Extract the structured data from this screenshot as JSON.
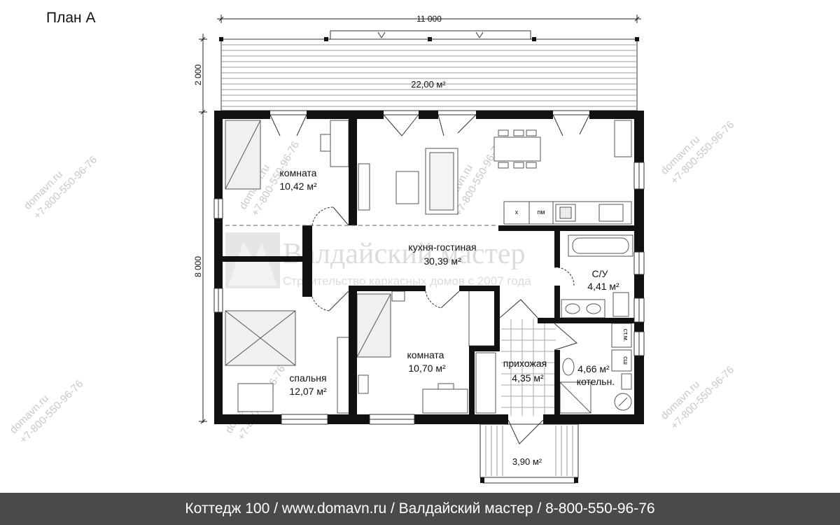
{
  "plan_title": "План А",
  "dimensions": {
    "total_width": "11 000",
    "terrace_depth": "2 000",
    "house_depth": "8 000"
  },
  "rooms": {
    "terrace": {
      "area": "22,00 м²"
    },
    "room_top": {
      "name": "комната",
      "area": "10,42 м²"
    },
    "kitchen_living": {
      "name": "кухня-гостиная",
      "area": "30,39 м²"
    },
    "bathroom": {
      "name": "С/У",
      "area": "4,41 м²"
    },
    "bedroom": {
      "name": "спальня",
      "area": "12,07 м²"
    },
    "room_bottom": {
      "name": "комната",
      "area": "10,70 м²"
    },
    "hallway": {
      "name": "прихожая",
      "area": "4,35 м²"
    },
    "boiler": {
      "name": "котельн.",
      "area": "4,66 м²"
    },
    "porch": {
      "area": "3,90 м²"
    }
  },
  "appliances": {
    "fridge": "х",
    "dishwasher": "пм",
    "washer": "ст.м.",
    "dryer": "сш"
  },
  "watermark": {
    "site": "domavn.ru",
    "phone": "+7-800-550-96-76",
    "brand": "Валдайский мастер",
    "slogan": "Строительство каркасных домов с 2007 года"
  },
  "footer": "Коттедж 100 / www.domavn.ru / Валдайский мастер / 8-800-550-96-76"
}
